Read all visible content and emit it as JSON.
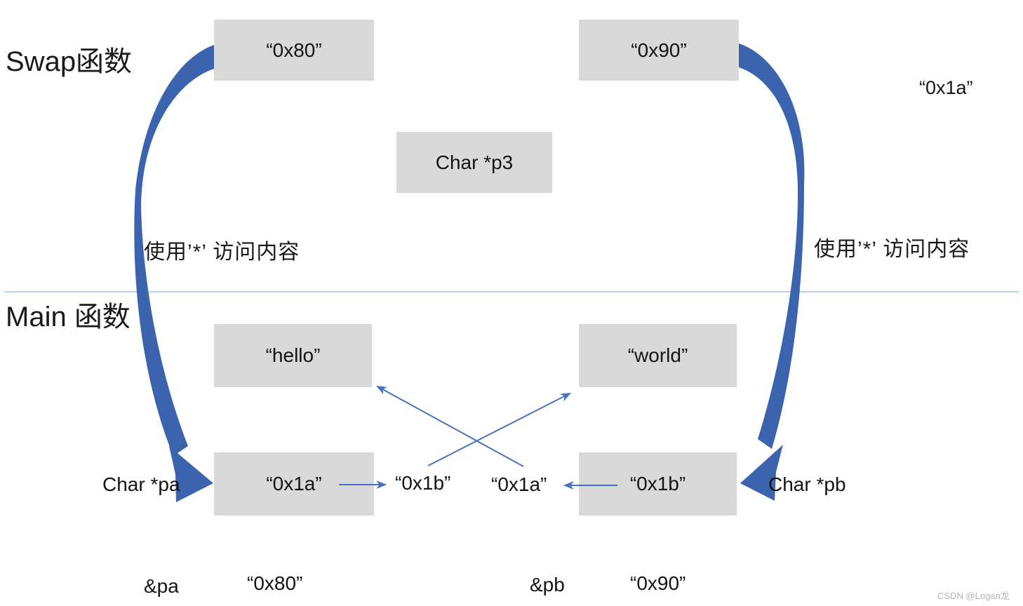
{
  "sections": {
    "swap": {
      "title": "Swap函数"
    },
    "main": {
      "title": "Main 函数"
    }
  },
  "boxes": {
    "addr80": "“0x80”",
    "addr90": "“0x90”",
    "p3": "Char *p3",
    "hello": "“hello”",
    "world": "“world”",
    "pa_val": "“0x1a”",
    "pb_val": "“0x1b”"
  },
  "notes": {
    "left": "使用’*’ 访问内容",
    "right": "使用’*’ 访问内容"
  },
  "pointer_labels": {
    "pa": "Char *pa",
    "pb": "Char *pb",
    "mid_left": "“0x1b”",
    "mid_right": "“0x1a”",
    "top_right": "“0x1a”"
  },
  "bottom_row": {
    "amp_pa": "&pa",
    "pa_addr": "“0x80”",
    "amp_pb": "&pb",
    "pb_addr": "“0x90”"
  },
  "watermark": "CSDN @Logan龙",
  "colors": {
    "box_fill": "#d9d9d9",
    "thick_arrow": "#3b63ae",
    "thin_arrow": "#4472c4",
    "divider": "#9dc3e6",
    "text": "#141414",
    "watermark": "#b5b5b5"
  }
}
